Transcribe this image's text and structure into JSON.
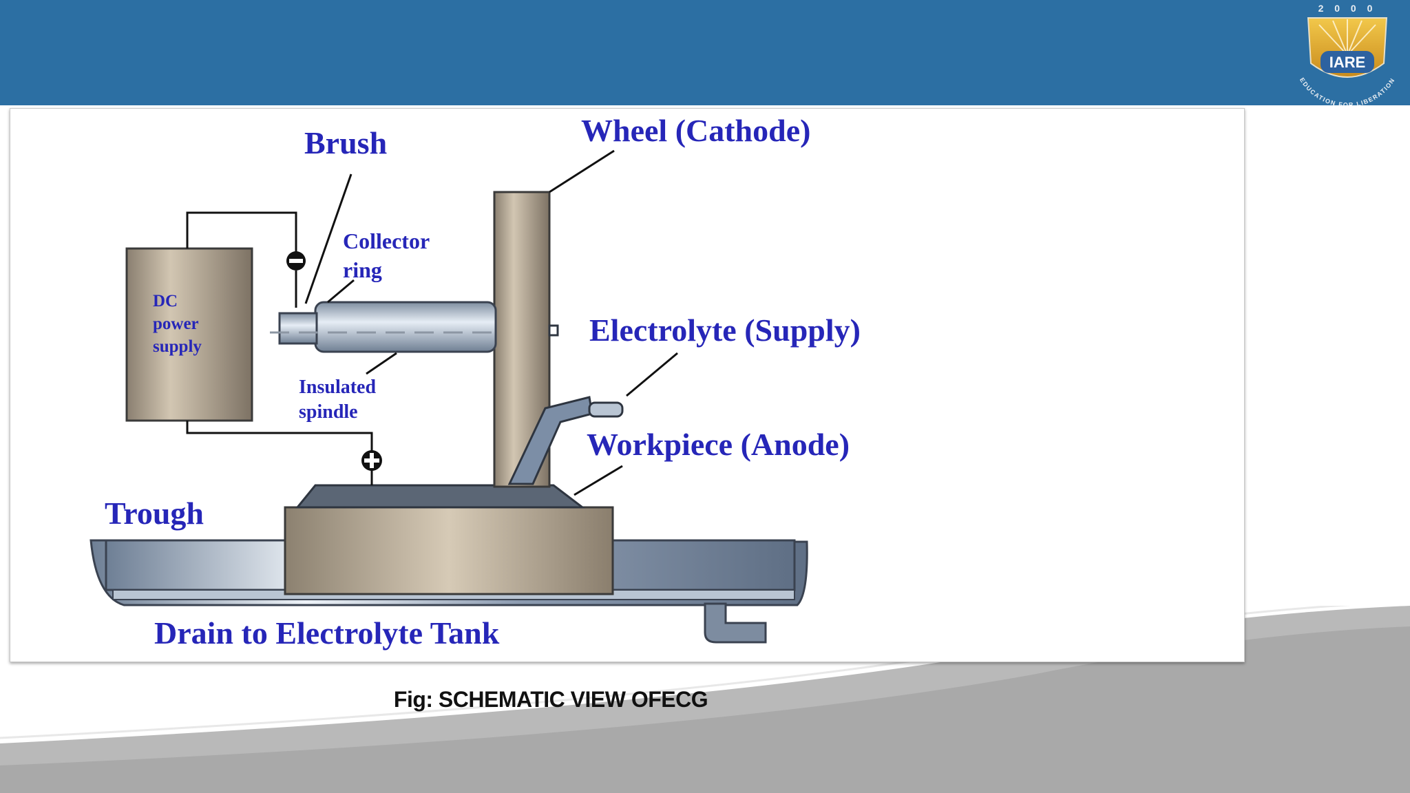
{
  "slide": {
    "header_color": "#2c6fa3",
    "label_color": "#2626b8",
    "caption": "Fig: SCHEMATIC VIEW OFECG"
  },
  "logo": {
    "year_text": "2 0 0 0",
    "name": "IARE",
    "motto": "EDUCATION FOR LIBERATION"
  },
  "diagram": {
    "labels": {
      "brush": "Brush",
      "wheel": "Wheel (Cathode)",
      "collector_line1": "Collector",
      "collector_line2": "ring",
      "dc_line1": "DC",
      "dc_line2": "power",
      "dc_line3": "supply",
      "electrolyte": "Electrolyte (Supply)",
      "insulated_line1": "Insulated",
      "insulated_line2": "spindle",
      "workpiece": "Workpiece (Anode)",
      "trough": "Trough",
      "drain": "Drain to Electrolyte Tank"
    },
    "polarity": {
      "negative": "−",
      "positive": "+"
    }
  }
}
